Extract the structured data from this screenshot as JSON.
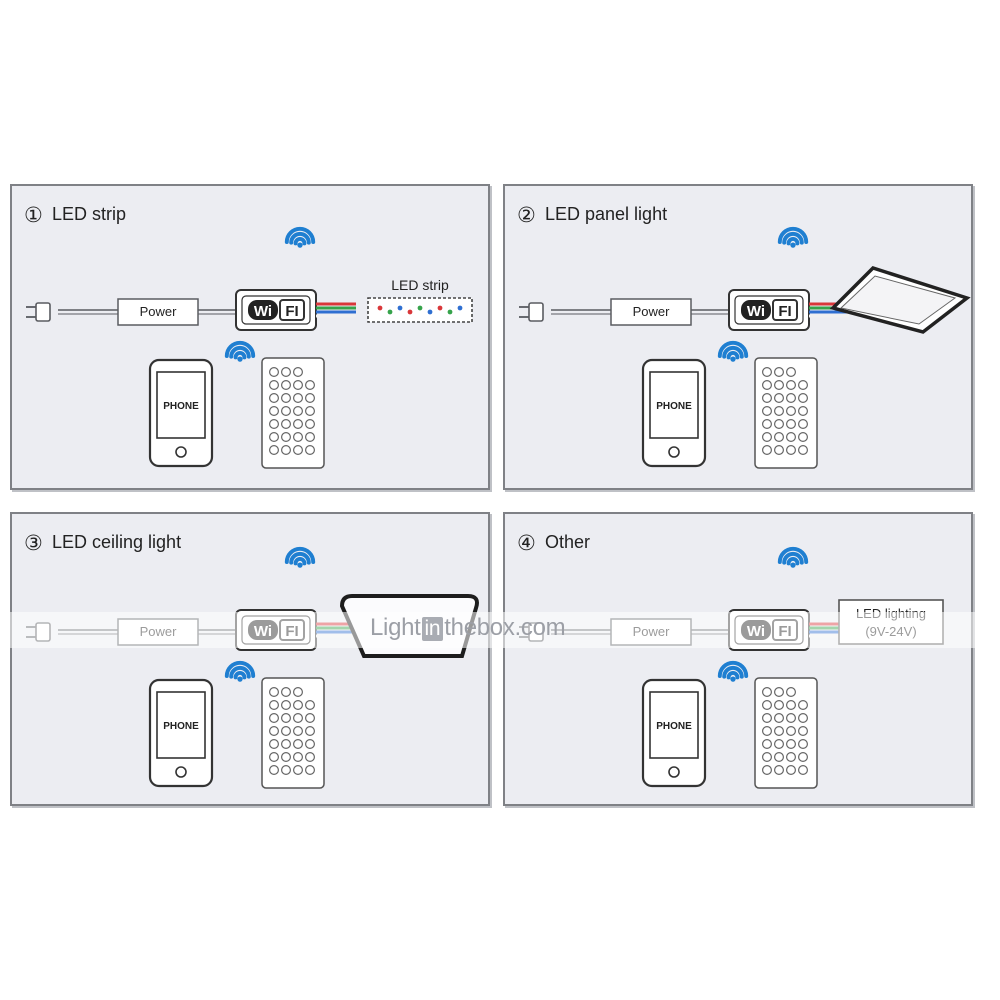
{
  "colors": {
    "panel_bg": "#ecedf2",
    "panel_border": "#7f8186",
    "line": "#5a5c61",
    "wifi_signal": "#1f7fd1",
    "controller_dark": "#222222",
    "rgb_wires": [
      "#d9373a",
      "#36a34b",
      "#2f6fd1",
      "#f0f0f0"
    ]
  },
  "panels": [
    {
      "number": "①",
      "title": "LED strip",
      "power_label": "Power",
      "wifi_label_left": "Wi",
      "wifi_label_right": "FI",
      "phone_label": "PHONE",
      "load_type": "strip",
      "load_label": "LED strip"
    },
    {
      "number": "②",
      "title": "LED panel light",
      "power_label": "Power",
      "wifi_label_left": "Wi",
      "wifi_label_right": "FI",
      "phone_label": "PHONE",
      "load_type": "panel"
    },
    {
      "number": "③",
      "title": "LED ceiling light",
      "power_label": "Power",
      "wifi_label_left": "Wi",
      "wifi_label_right": "FI",
      "phone_label": "PHONE",
      "load_type": "ceiling"
    },
    {
      "number": "④",
      "title": "Other",
      "power_label": "Power",
      "wifi_label_left": "Wi",
      "wifi_label_right": "FI",
      "phone_label": "PHONE",
      "load_type": "box",
      "load_label_line1": "LED lighting",
      "load_label_line2": "(9V-24V)"
    }
  ],
  "watermark": {
    "prefix": "Light",
    "middle": "in",
    "suffix": "thebox.com"
  },
  "icons": [
    "plug-icon",
    "wifi-signal-icon",
    "phone-icon",
    "remote-control-icon",
    "wifi-controller-icon"
  ]
}
